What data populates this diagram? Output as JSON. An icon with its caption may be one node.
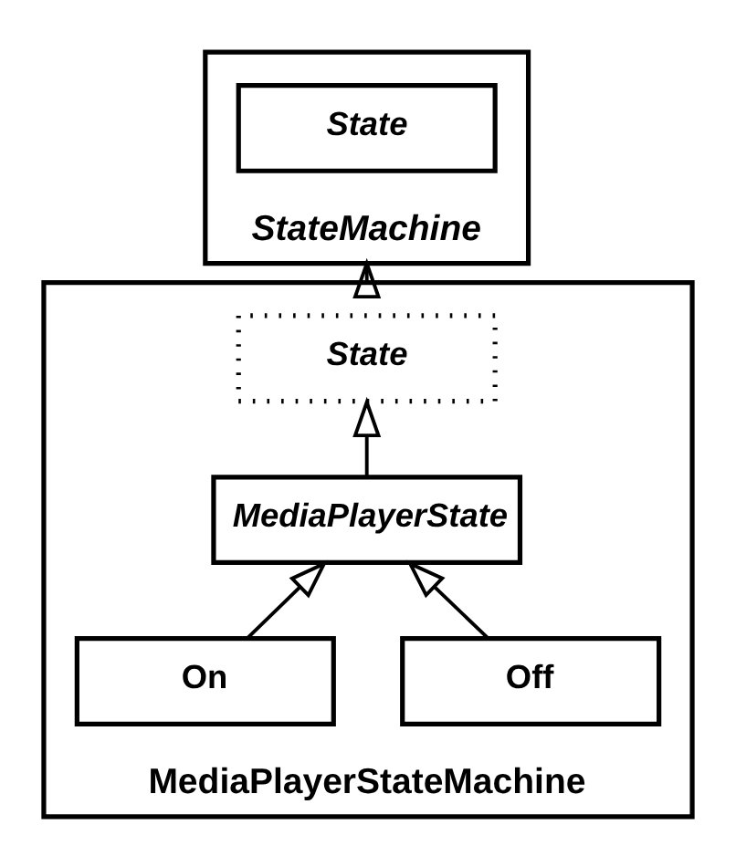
{
  "diagram": {
    "nodes": [
      {
        "text": [
          "StateMachine"
        ]
      },
      {
        "text": [
          "State"
        ],
        "in": 0
      },
      {
        "text": [
          "MediaPlayerStateMachine"
        ]
      },
      {
        "text": [
          "State"
        ],
        "in": 2
      },
      {
        "text": [
          "MediaPlayerState"
        ],
        "in": 2
      },
      {
        "text": [
          "Off"
        ],
        "in": 2
      },
      {
        "text": [
          "On"
        ],
        "in": 2
      }
    ],
    "edges": [
      {
        "from": 2,
        "to": 0,
        "arrow": "to"
      },
      {
        "from": 4,
        "to": 3,
        "arrow": "to"
      },
      {
        "from": 5,
        "to": 4,
        "arrow": "to"
      },
      {
        "from": 6,
        "to": 4,
        "arrow": "to"
      }
    ]
  }
}
